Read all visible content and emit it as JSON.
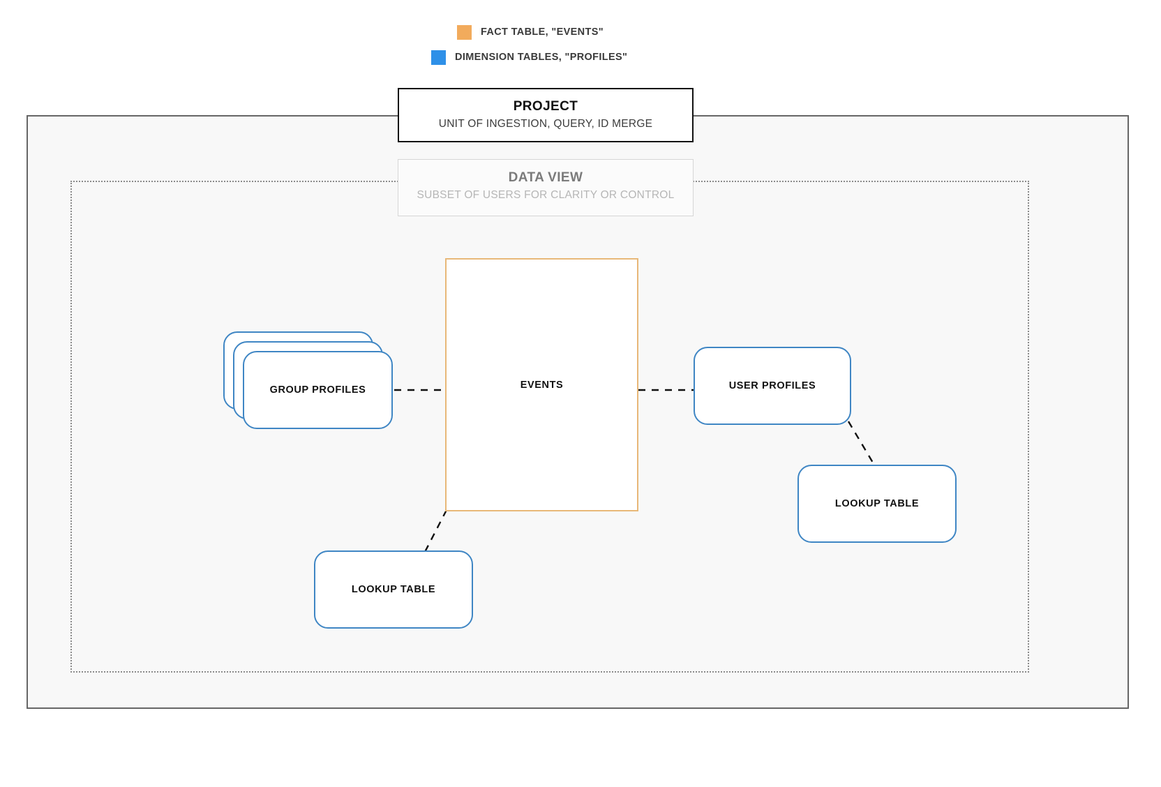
{
  "legend": {
    "items": [
      {
        "label": "FACT TABLE, \"EVENTS\"",
        "color": "#f2ab5c",
        "icon": "square-swatch-icon"
      },
      {
        "label": "DIMENSION TABLES, \"PROFILES\"",
        "color": "#2e90e8",
        "icon": "square-swatch-icon"
      }
    ]
  },
  "project": {
    "title": "PROJECT",
    "subtitle": "UNIT OF INGESTION, QUERY, ID MERGE"
  },
  "data_view": {
    "title": "DATA VIEW",
    "subtitle": "SUBSET OF USERS FOR CLARITY OR CONTROL"
  },
  "fact_table": {
    "label": "EVENTS",
    "border_color": "#e8b878"
  },
  "dimension_tables": {
    "group_profiles": "GROUP PROFILES",
    "user_profiles": "USER PROFILES",
    "lookup_table_left": "LOOKUP TABLE",
    "lookup_table_right": "LOOKUP TABLE",
    "border_color": "#3f86c4"
  },
  "colors": {
    "canvas": "#ffffff",
    "outer_fill": "#f8f8f8",
    "outer_border": "#666666",
    "inner_border": "#8a8a8a",
    "connector": "#111111",
    "project_border": "#111111",
    "data_view_border": "#d6d6d6",
    "data_view_text": "#b6b6b6"
  }
}
